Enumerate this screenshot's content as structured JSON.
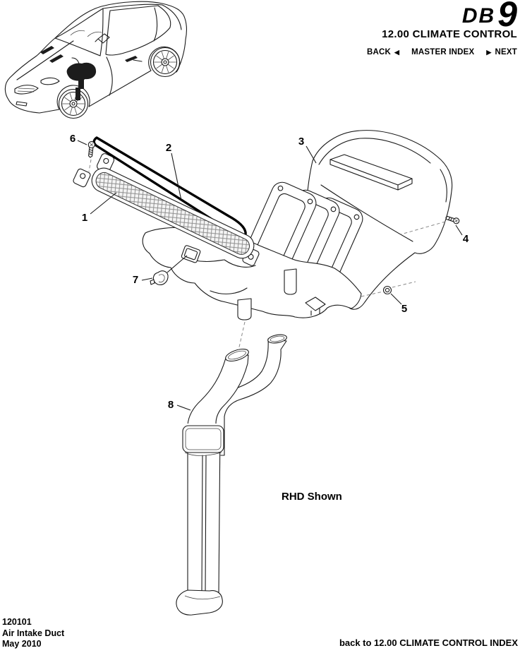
{
  "header": {
    "logo": {
      "db": "DB",
      "nine": "9"
    },
    "section_title": "12.00 CLIMATE CONTROL",
    "nav": {
      "back": "BACK",
      "back_arrow": "◀",
      "master_index": "MASTER INDEX",
      "next_arrow": "▶",
      "next": "NEXT"
    }
  },
  "diagram": {
    "callouts": [
      "1",
      "2",
      "3",
      "4",
      "5",
      "6",
      "7",
      "8"
    ],
    "note": "RHD Shown"
  },
  "footer": {
    "doc_number": "120101",
    "doc_title": "Air Intake Duct",
    "date": "May 2010",
    "index_link": "back to 12.00 CLIMATE CONTROL INDEX"
  }
}
